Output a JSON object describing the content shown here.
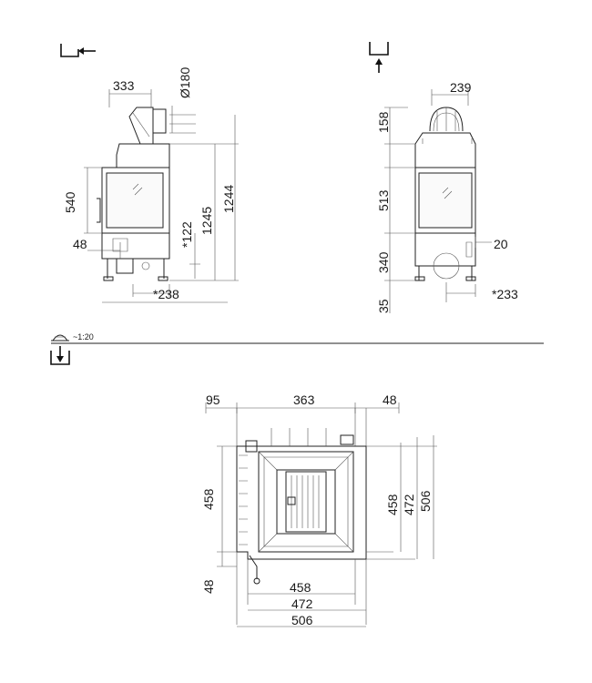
{
  "views": {
    "side_left": {
      "icon": "side-view-arrow-left-icon",
      "dims": {
        "top_width": "333",
        "flue_diameter": "Ø180",
        "glass_height": "540",
        "base_offset": "48",
        "height_total": "1245",
        "height_with_outlet": "1244",
        "outlet_height": "*122",
        "bottom_width": "*238"
      }
    },
    "front": {
      "icon": "front-view-arrow-up-icon",
      "dims": {
        "top_width": "239",
        "top_height": "158",
        "glass_height": "513",
        "right_offset": "20",
        "lower_height": "340",
        "feet_height": "35",
        "bottom_width": "*233"
      }
    },
    "plan": {
      "icon": "plan-view-arrow-down-icon",
      "scale_icon": "scale-icon",
      "scale_label": "~1:20",
      "dims": {
        "top_left": "95",
        "top_mid": "363",
        "top_right": "48",
        "left_depth": "458",
        "left_bottom": "48",
        "right_inner": "458",
        "right_mid": "472",
        "right_outer": "506",
        "bottom_inner": "458",
        "bottom_mid": "472",
        "bottom_outer": "506"
      }
    }
  }
}
